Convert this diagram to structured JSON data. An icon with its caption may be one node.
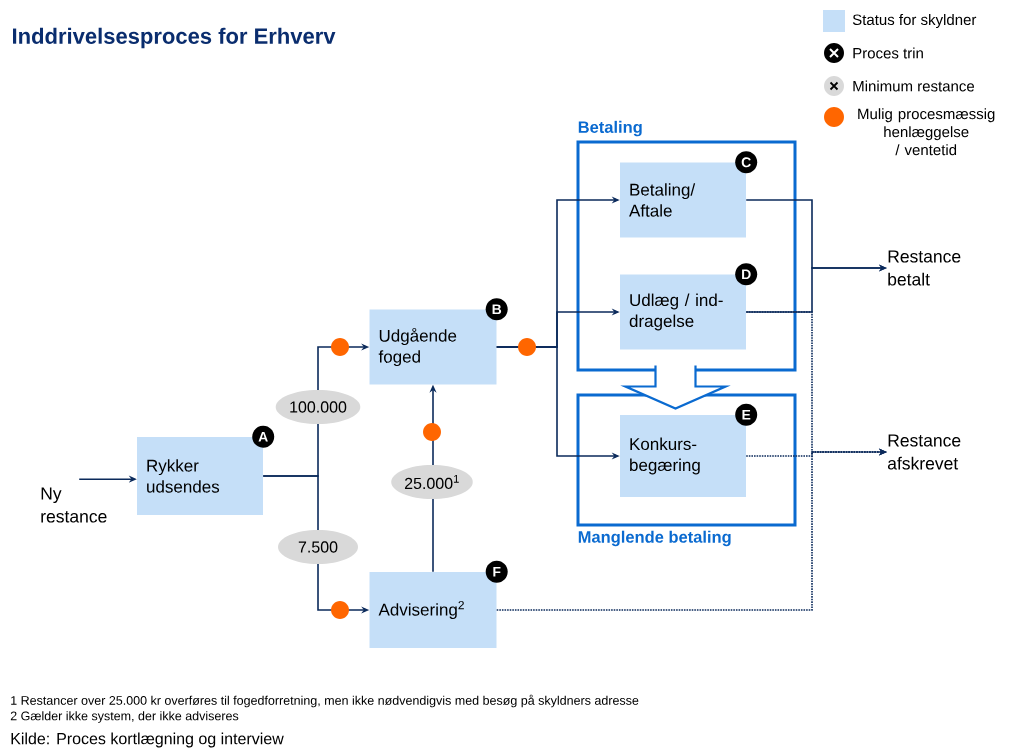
{
  "diagram": {
    "title": "Inddrivelsesproces for Erhverv",
    "caption": "Kilde: Proces kortlægning og interview",
    "nodes": [
      {
        "text": [
          "Ny restance"
        ]
      },
      {
        "text": [
          "Rykker udsendes"
        ],
        "beside": [
          "A"
        ]
      },
      {
        "text": [
          "Udgående foged"
        ],
        "beside": [
          "B"
        ]
      },
      {
        "text": [
          "Advisering$^{2}$"
        ],
        "beside": [
          "F"
        ]
      },
      {
        "text": [
          "Betaling"
        ]
      },
      {
        "text": [
          "Betaling/ Aftale"
        ],
        "in": 4,
        "beside": [
          "C"
        ]
      },
      {
        "text": [
          "Udlæg / ind- dragelse"
        ],
        "in": 4,
        "beside": [
          "D"
        ]
      },
      {
        "text": [
          "Manglende betaling"
        ]
      },
      {
        "text": [
          "Konkurs- begæring"
        ],
        "in": 7,
        "beside": [
          "E"
        ]
      },
      {
        "text": [
          "Restance betalt"
        ]
      },
      {
        "text": [
          "Restance afskrevet"
        ]
      }
    ],
    "edges": [
      {
        "from": 0,
        "to": 1,
        "arrow": "to"
      },
      {
        "from": 1,
        "to": 2,
        "arrow": "to",
        "label": "100.000"
      },
      {
        "from": 1,
        "to": 3,
        "arrow": "to",
        "label": "7.500"
      },
      {
        "from": 3,
        "to": 2,
        "arrow": "to",
        "label": "25.000$^{1}$"
      },
      {
        "from": 2,
        "to": 5,
        "arrow": "to"
      },
      {
        "from": 2,
        "to": 6,
        "arrow": "to"
      },
      {
        "from": 2,
        "to": 8,
        "arrow": "to"
      },
      {
        "from": 5,
        "to": 9,
        "arrow": "to"
      },
      {
        "from": 6,
        "to": 9,
        "arrow": "to"
      },
      {
        "from": 8,
        "to": 10,
        "arrow": "to",
        "style": "dashed"
      },
      {
        "from": 3,
        "to": 10,
        "arrow": "to",
        "style": "dashed"
      },
      {
        "from": 6,
        "to": 10,
        "arrow": "to",
        "style": "dashed"
      },
      {
        "from": 4,
        "to": 7,
        "arrow": "to",
        "style": "thick",
        "color": "#0a6ad0"
      }
    ],
    "labels": [
      "1 Restancer over 25.000 kr overføres til fogedforretning, men ikke nødvendigvis med besøg på skyldners adresse",
      "2 Gælder ikke system, der ikke adviseres"
    ],
    "legend": [
      {
        "text": "Status for skyldner",
        "color": "#c5dff8"
      },
      {
        "text": "Proces trin"
      },
      {
        "text": "Minimum restance"
      },
      {
        "text": "Mulig procesmæssig henlæggelse / ventetid",
        "color": "#ff6600"
      }
    ]
  }
}
